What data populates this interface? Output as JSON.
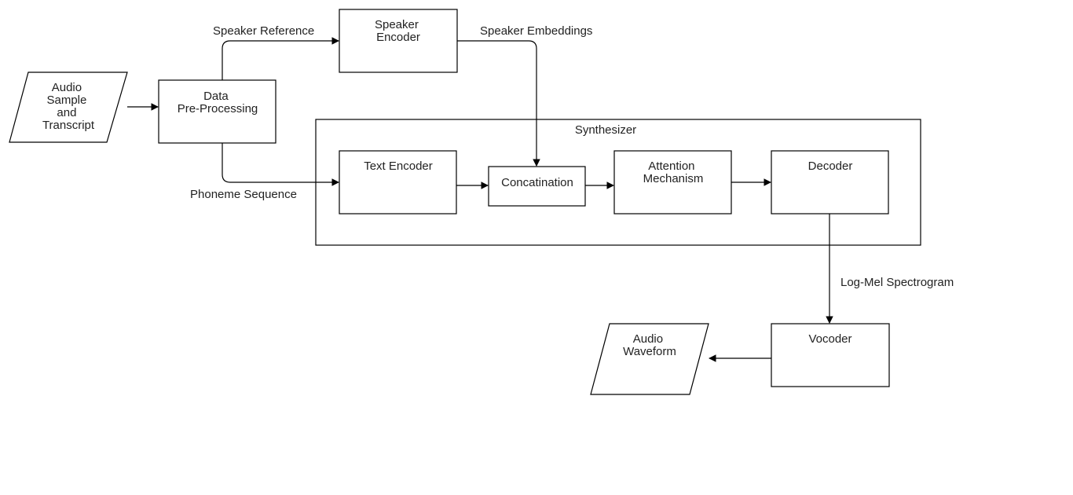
{
  "nodes": {
    "audio_sample": [
      "Audio",
      "Sample",
      "and",
      "Transcript"
    ],
    "data_preprocessing": [
      "Data",
      "Pre-Processing"
    ],
    "speaker_encoder": [
      "Speaker",
      "Encoder"
    ],
    "synthesizer": "Synthesizer",
    "text_encoder": "Text Encoder",
    "concatination": "Concatination",
    "attention": [
      "Attention",
      "Mechanism"
    ],
    "decoder": "Decoder",
    "vocoder": "Vocoder",
    "audio_waveform": [
      "Audio",
      "Waveform"
    ]
  },
  "edge_labels": {
    "speaker_reference": "Speaker Reference",
    "speaker_embeddings": "Speaker Embeddings",
    "phoneme_sequence": "Phoneme Sequence",
    "log_mel": "Log-Mel Spectrogram"
  }
}
